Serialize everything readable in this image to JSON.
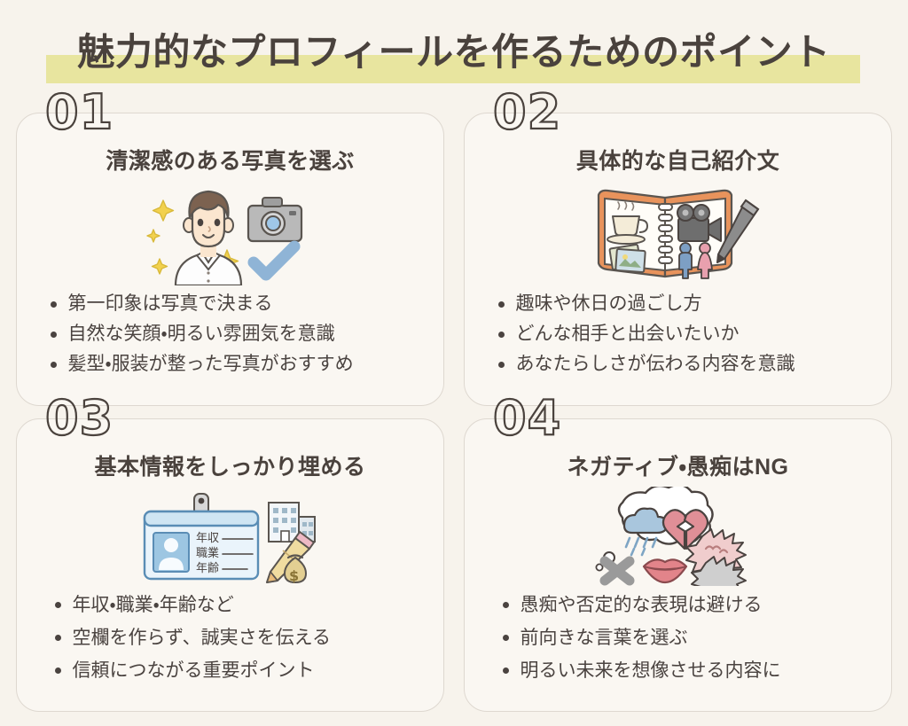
{
  "page": {
    "title": "魅力的なプロフィールを作るためのポイント",
    "background_color": "#f7f3ec",
    "highlight_color": "#e8e59f",
    "text_color": "#4a423d",
    "card_background": "#faf7f2",
    "card_border_color": "#ded8d0"
  },
  "cards": [
    {
      "number": "01",
      "heading": "清潔感のある写真を選ぶ",
      "illustration": "man-with-camera-and-checkmark-illustration",
      "bullets": [
        "第一印象は写真で決まる",
        "自然な笑顔・明るい雰囲気を意識",
        "髪型・服装が整った写真がおすすめ"
      ]
    },
    {
      "number": "02",
      "heading": "具体的な自己紹介文",
      "illustration": "open-notebook-with-pen-illustration",
      "bullets": [
        "趣味や休日の過ごし方",
        "どんな相手と出会いたいか",
        "あなたらしさが伝わる内容を意識"
      ]
    },
    {
      "number": "03",
      "heading": "基本情報をしっかり埋める",
      "illustration": "id-card-building-pencil-moneybag-illustration",
      "illustration_labels": [
        "年収",
        "職業",
        "年齢"
      ],
      "bullets": [
        "年収・職業・年齢など",
        "空欄を作らず、誠実さを伝える",
        "信頼につながる重要ポイント"
      ]
    },
    {
      "number": "04",
      "heading": "ネガティブ・愚痴はNG",
      "illustration": "thought-bubble-rain-broken-heart-illustration",
      "bullets": [
        "愚痴や否定的な表現は避ける",
        "前向きな言葉を選ぶ",
        "明るい未来を想像させる内容に"
      ]
    }
  ]
}
